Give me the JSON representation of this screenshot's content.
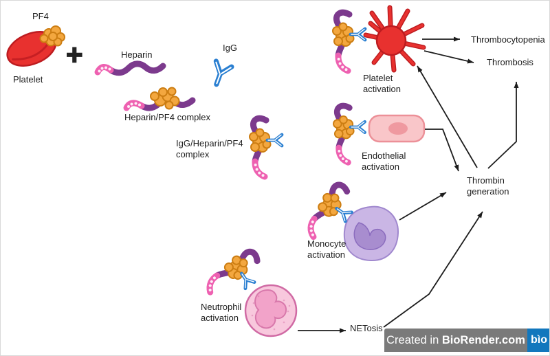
{
  "labels": {
    "pf4": "PF4",
    "platelet": "Platelet",
    "plus": "+",
    "heparin": "Heparin",
    "igg": "IgG",
    "heparin_pf4_complex": "Heparin/PF4 complex",
    "igg_heparin_pf4_complex": [
      "IgG/Heparin/PF4",
      "complex"
    ],
    "platelet_activation": [
      "Platelet",
      "activation"
    ],
    "endothelial_activation": [
      "Endothelial",
      "activation"
    ],
    "monocyte_activation": [
      "Monocyte",
      "activation"
    ],
    "neutrophil_activation": [
      "Neutrophil",
      "activation"
    ],
    "netosis": "NETosis",
    "thrombin_generation": [
      "Thrombin",
      "generation"
    ],
    "thrombocytopenia": "Thrombocytopenia",
    "thrombosis": "Thrombosis"
  },
  "watermark": {
    "prefix": "Created in ",
    "brand": "BioRender.com",
    "logo_text": "bìo"
  },
  "colors": {
    "platelet_red": "#e8312f",
    "platelet_outline": "#bd1c20",
    "pf4_orange": "#f3a73f",
    "pf4_outline": "#cc7d12",
    "heparin_purple": "#7c3a8d",
    "heparin_pink": "#ee61b1",
    "igg_blue": "#2a7fd1",
    "endothelial_pink": "#f9c6c9",
    "endothelial_outline": "#ec9098",
    "endothelial_nucleus": "#ef99a0",
    "monocyte_purple": "#cab6e5",
    "monocyte_outline": "#a088ce",
    "monocyte_nucleus": "#a88dcf",
    "monocyte_nucleus_outline": "#8b6cbe",
    "neutrophil_pink": "#f8c8dd",
    "neutrophil_outline": "#d06aa4",
    "neutrophil_nucleus": "#f2a3c9",
    "neutrophil_nucleus_outline": "#d878ab",
    "arrow_black": "#1c1c1c",
    "text_black": "#1d1d1d",
    "watermark_bar": "#7a7a7a",
    "watermark_logo_bg": "#1277bd"
  }
}
